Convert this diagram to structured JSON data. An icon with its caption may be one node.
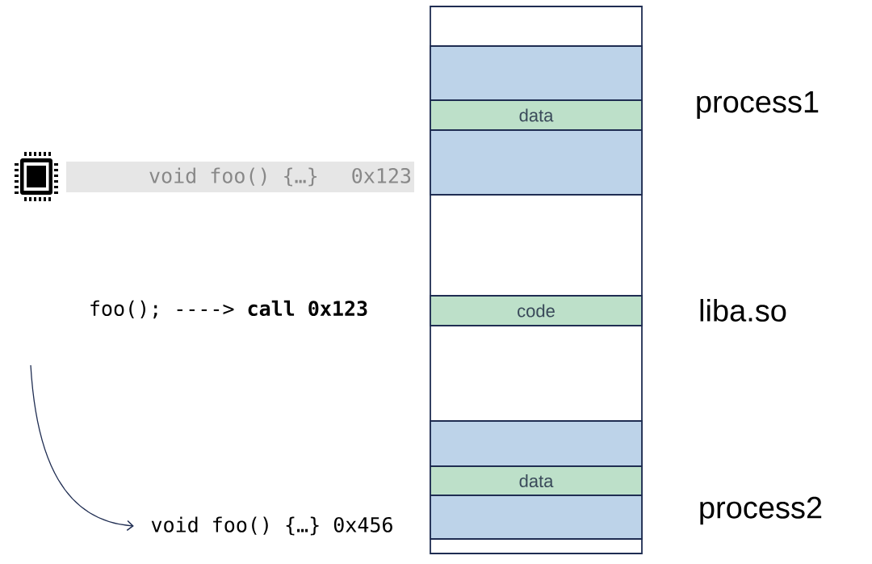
{
  "diagram": {
    "nodes": [
      {
        "text": [],
        "shape": "box"
      },
      {
        "text": [],
        "shape": "bar",
        "in": 0
      },
      {
        "text": [
          "data"
        ],
        "in": 0
      },
      {
        "text": [],
        "shape": "bar",
        "in": 0
      },
      {
        "text": [
          "code"
        ],
        "in": 0
      },
      {
        "text": [],
        "shape": "bar",
        "in": 0
      },
      {
        "text": [
          "data"
        ],
        "in": 0
      },
      {
        "text": [],
        "shape": "bar",
        "in": 0
      },
      {
        "text": [
          "void foo() {…}",
          "0x123"
        ]
      },
      {
        "text": [
          "void foo() {…} 0x456"
        ]
      }
    ],
    "edges": [
      {
        "from": null,
        "to": 9,
        "arrow": "to"
      }
    ],
    "labels": [
      "process1",
      "foo(); ----> **call 0x123**",
      "liba.so",
      "process2"
    ]
  }
}
